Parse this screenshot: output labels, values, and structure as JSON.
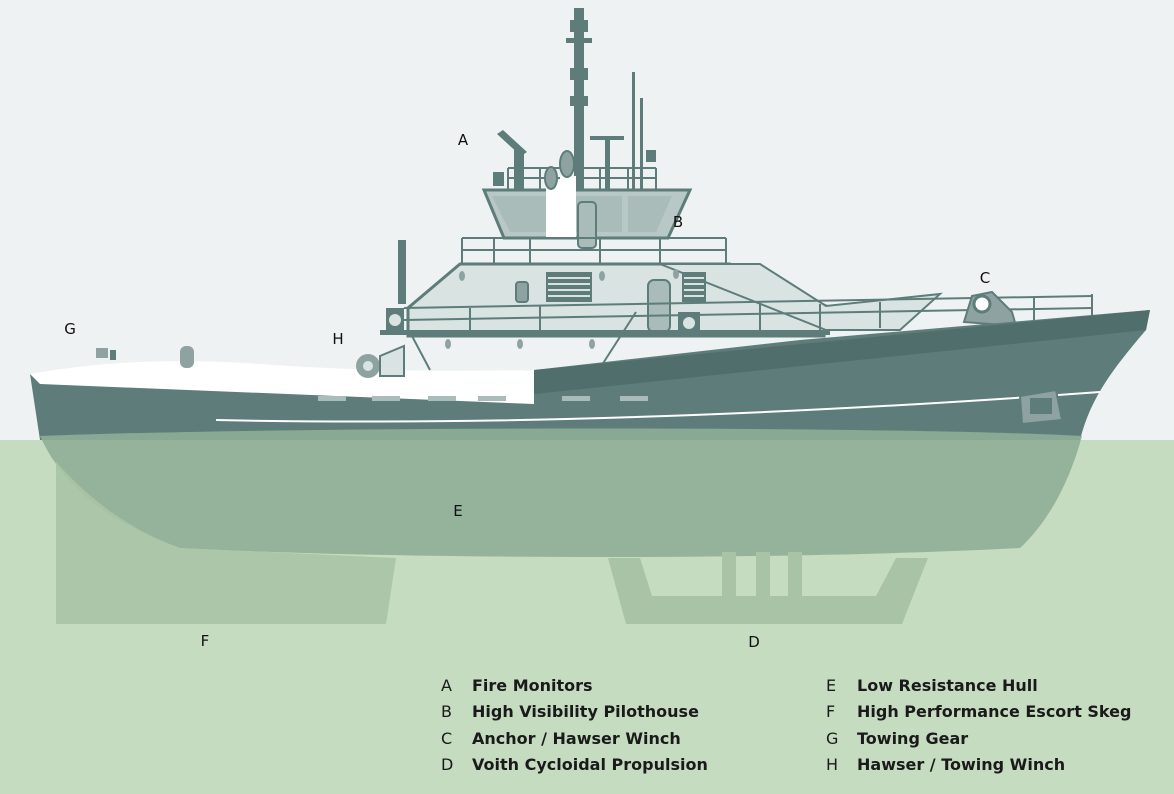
{
  "markers": {
    "a": "A",
    "b": "B",
    "c": "C",
    "d": "D",
    "e": "E",
    "f": "F",
    "g": "G",
    "h": "H"
  },
  "legend_left": [
    {
      "key": "A",
      "label": "Fire Monitors"
    },
    {
      "key": "B",
      "label": "High Visibility Pilothouse"
    },
    {
      "key": "C",
      "label": "Anchor / Hawser Winch"
    },
    {
      "key": "D",
      "label": "Voith Cycloidal Propulsion"
    }
  ],
  "legend_right": [
    {
      "key": "E",
      "label": "Low Resistance Hull"
    },
    {
      "key": "F",
      "label": "High Performance Escort Skeg"
    },
    {
      "key": "G",
      "label": "Towing Gear"
    },
    {
      "key": "H",
      "label": "Hawser / Towing Winch"
    }
  ],
  "colors": {
    "sky": "#eef2f3",
    "water": "#c5dcc1",
    "hull": "#5e7d7a",
    "hull_light": "#8ea3a1",
    "superstructure": "#d8e3e2",
    "submerged": "#8fae97",
    "appendage": "#a9c3a6"
  }
}
